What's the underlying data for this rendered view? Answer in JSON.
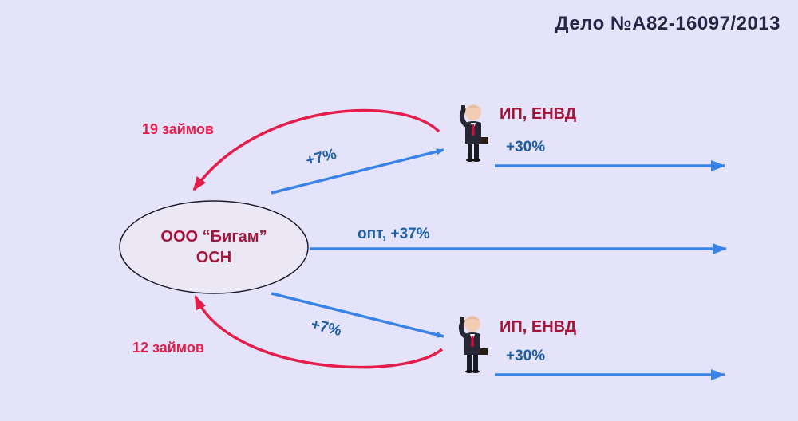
{
  "title": "Дело №А82-16097/2013",
  "company": {
    "name": "ООО “Бигам”",
    "tax": "ОСН"
  },
  "entrepreneurs": [
    {
      "label": "ИП, ЕНВД",
      "markup": "+30%",
      "transfer": "+7%",
      "loans": "19 займов"
    },
    {
      "label": "ИП, ЕНВД",
      "markup": "+30%",
      "transfer": "+7%",
      "loans": "12 займов"
    }
  ],
  "wholesale": "опт, +37%",
  "colors": {
    "background": "#e4e3fa",
    "flow": "#3a83e6",
    "loan": "#e31e4b",
    "ellipse": "#ebe7f5",
    "text_dark": "#262646"
  },
  "icons": [
    "businessman-phone-icon",
    "businessman-phone-icon"
  ]
}
